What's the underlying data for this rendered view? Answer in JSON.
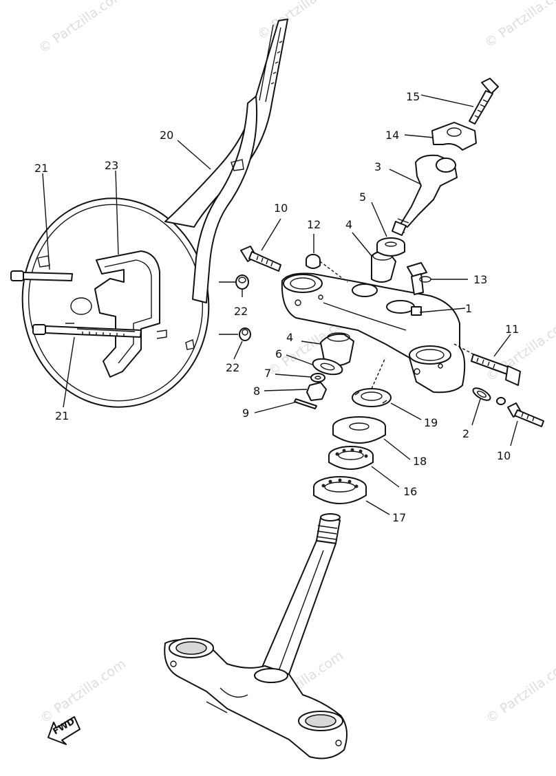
{
  "watermark": "© Partzilla.com",
  "fwd_label": "FWD",
  "callouts": {
    "c1": "1",
    "c2": "2",
    "c3": "3",
    "c4a": "4",
    "c4b": "4",
    "c5": "5",
    "c6": "6",
    "c7": "7",
    "c8": "8",
    "c9": "9",
    "c10a": "10",
    "c10b": "10",
    "c11": "11",
    "c12": "12",
    "c13": "13",
    "c14": "14",
    "c15": "15",
    "c16": "16",
    "c17": "17",
    "c18": "18",
    "c19": "19",
    "c20": "20",
    "c21a": "21",
    "c21b": "21",
    "c22a": "22",
    "c22b": "22",
    "c23": "23"
  }
}
